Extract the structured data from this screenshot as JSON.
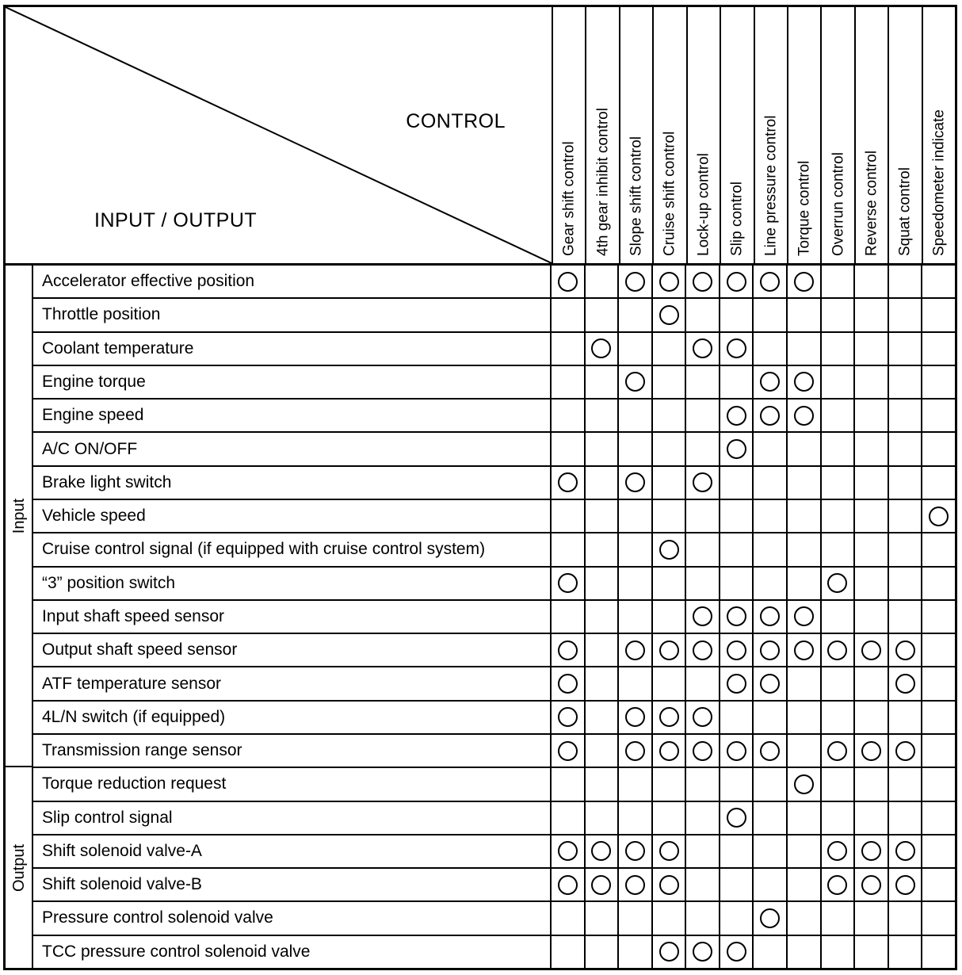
{
  "header": {
    "control_label": "CONTROL",
    "io_label": "INPUT / OUTPUT"
  },
  "groups": {
    "input_label": "Input",
    "output_label": "Output"
  },
  "columns": [
    "Gear shift control",
    "4th gear inhibit control",
    "Slope shift control",
    "Cruise shift control",
    "Lock-up control",
    "Slip control",
    "Line pressure control",
    "Torque control",
    "Overrun control",
    "Reverse control",
    "Squat control",
    "Speedometer indicate"
  ],
  "rows": [
    {
      "group": "input",
      "label": "Accelerator effective position",
      "marks": [
        1,
        0,
        1,
        1,
        1,
        1,
        1,
        1,
        0,
        0,
        0,
        0
      ]
    },
    {
      "group": "input",
      "label": "Throttle position",
      "marks": [
        0,
        0,
        0,
        1,
        0,
        0,
        0,
        0,
        0,
        0,
        0,
        0
      ]
    },
    {
      "group": "input",
      "label": "Coolant temperature",
      "marks": [
        0,
        1,
        0,
        0,
        1,
        1,
        0,
        0,
        0,
        0,
        0,
        0
      ]
    },
    {
      "group": "input",
      "label": "Engine torque",
      "marks": [
        0,
        0,
        1,
        0,
        0,
        0,
        1,
        1,
        0,
        0,
        0,
        0
      ]
    },
    {
      "group": "input",
      "label": "Engine speed",
      "marks": [
        0,
        0,
        0,
        0,
        0,
        1,
        1,
        1,
        0,
        0,
        0,
        0
      ]
    },
    {
      "group": "input",
      "label": "A/C ON/OFF",
      "marks": [
        0,
        0,
        0,
        0,
        0,
        1,
        0,
        0,
        0,
        0,
        0,
        0
      ]
    },
    {
      "group": "input",
      "label": "Brake light switch",
      "marks": [
        1,
        0,
        1,
        0,
        1,
        0,
        0,
        0,
        0,
        0,
        0,
        0
      ]
    },
    {
      "group": "input",
      "label": "Vehicle speed",
      "marks": [
        0,
        0,
        0,
        0,
        0,
        0,
        0,
        0,
        0,
        0,
        0,
        1
      ]
    },
    {
      "group": "input",
      "label": "Cruise control signal (if equipped with cruise control system)",
      "marks": [
        0,
        0,
        0,
        1,
        0,
        0,
        0,
        0,
        0,
        0,
        0,
        0
      ]
    },
    {
      "group": "input",
      "label": "“3” position switch",
      "marks": [
        1,
        0,
        0,
        0,
        0,
        0,
        0,
        0,
        1,
        0,
        0,
        0
      ]
    },
    {
      "group": "input",
      "label": "Input shaft speed sensor",
      "marks": [
        0,
        0,
        0,
        0,
        1,
        1,
        1,
        1,
        0,
        0,
        0,
        0
      ]
    },
    {
      "group": "input",
      "label": "Output shaft speed sensor",
      "marks": [
        1,
        0,
        1,
        1,
        1,
        1,
        1,
        1,
        1,
        1,
        1,
        0
      ]
    },
    {
      "group": "input",
      "label": "ATF temperature sensor",
      "marks": [
        1,
        0,
        0,
        0,
        0,
        1,
        1,
        0,
        0,
        0,
        1,
        0
      ]
    },
    {
      "group": "input",
      "label": "4L/N switch (if equipped)",
      "marks": [
        1,
        0,
        1,
        1,
        1,
        0,
        0,
        0,
        0,
        0,
        0,
        0
      ]
    },
    {
      "group": "input",
      "label": "Transmission range sensor",
      "marks": [
        1,
        0,
        1,
        1,
        1,
        1,
        1,
        0,
        1,
        1,
        1,
        0
      ]
    },
    {
      "group": "output",
      "label": "Torque reduction request",
      "marks": [
        0,
        0,
        0,
        0,
        0,
        0,
        0,
        1,
        0,
        0,
        0,
        0
      ]
    },
    {
      "group": "output",
      "label": "Slip control signal",
      "marks": [
        0,
        0,
        0,
        0,
        0,
        1,
        0,
        0,
        0,
        0,
        0,
        0
      ]
    },
    {
      "group": "output",
      "label": "Shift solenoid valve-A",
      "marks": [
        1,
        1,
        1,
        1,
        0,
        0,
        0,
        0,
        1,
        1,
        1,
        0
      ]
    },
    {
      "group": "output",
      "label": "Shift solenoid valve-B",
      "marks": [
        1,
        1,
        1,
        1,
        0,
        0,
        0,
        0,
        1,
        1,
        1,
        0
      ]
    },
    {
      "group": "output",
      "label": "Pressure control solenoid valve",
      "marks": [
        0,
        0,
        0,
        0,
        0,
        0,
        1,
        0,
        0,
        0,
        0,
        0
      ]
    },
    {
      "group": "output",
      "label": "TCC pressure control solenoid valve",
      "marks": [
        0,
        0,
        0,
        1,
        1,
        1,
        0,
        0,
        0,
        0,
        0,
        0
      ]
    }
  ],
  "colors": {
    "line": "#000000",
    "background": "#ffffff",
    "text": "#000000"
  }
}
